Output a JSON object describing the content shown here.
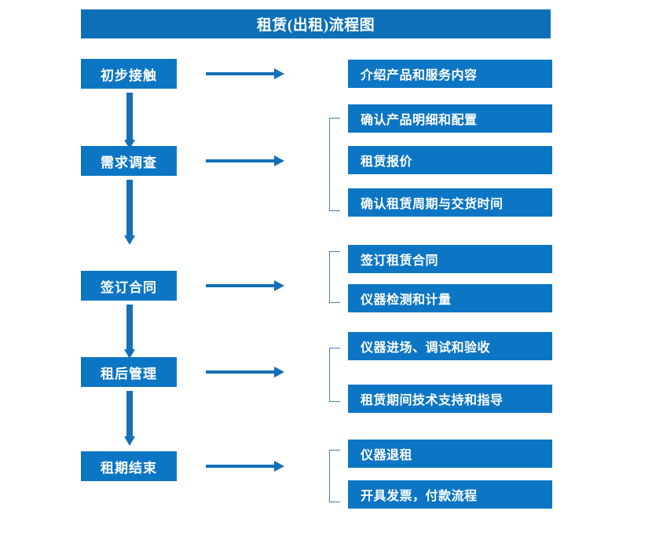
{
  "title": "租赁(出租)流程图",
  "accent_color": "#0d76c4",
  "title_color": "#0d6fb8",
  "arrow_color": "#1570b8",
  "bracket_color": "#4a7fb5",
  "text_color": "#ffffff",
  "stages": [
    {
      "id": "stage-1",
      "label": "初步接触"
    },
    {
      "id": "stage-2",
      "label": "需求调查"
    },
    {
      "id": "stage-3",
      "label": "签订合同"
    },
    {
      "id": "stage-4",
      "label": "租后管理"
    },
    {
      "id": "stage-5",
      "label": "租期结束"
    }
  ],
  "details": [
    {
      "id": "detail-1-1",
      "label": "介绍产品和服务内容"
    },
    {
      "id": "detail-2-1",
      "label": "确认产品明细和配置"
    },
    {
      "id": "detail-2-2",
      "label": "租赁报价"
    },
    {
      "id": "detail-2-3",
      "label": "确认租赁周期与交货时间"
    },
    {
      "id": "detail-3-1",
      "label": "签订租赁合同"
    },
    {
      "id": "detail-3-2",
      "label": "仪器检测和计量"
    },
    {
      "id": "detail-4-1",
      "label": "仪器进场、调试和验收"
    },
    {
      "id": "detail-4-2",
      "label": "租赁期间技术支持和指导"
    },
    {
      "id": "detail-5-1",
      "label": "仪器退租"
    },
    {
      "id": "detail-5-2",
      "label": "开具发票，付款流程"
    }
  ],
  "chart_data": {
    "type": "diagram",
    "title": "租赁(出租)流程图",
    "diagram_kind": "flowchart",
    "orientation": "vertical-with-side-branches",
    "nodes": [
      {
        "stage": "初步接触",
        "order": 1,
        "branches": [
          "介绍产品和服务内容"
        ]
      },
      {
        "stage": "需求调查",
        "order": 2,
        "branches": [
          "确认产品明细和配置",
          "租赁报价",
          "确认租赁周期与交货时间"
        ]
      },
      {
        "stage": "签订合同",
        "order": 3,
        "branches": [
          "签订租赁合同",
          "仪器检测和计量"
        ]
      },
      {
        "stage": "租后管理",
        "order": 4,
        "branches": [
          "仪器进场、调试和验收",
          "租赁期间技术支持和指导"
        ]
      },
      {
        "stage": "租期结束",
        "order": 5,
        "branches": [
          "仪器退租",
          "开具发票，付款流程"
        ]
      }
    ],
    "edges": [
      {
        "from": "初步接触",
        "to": "需求调查",
        "type": "arrow-down"
      },
      {
        "from": "需求调查",
        "to": "签订合同",
        "type": "arrow-down"
      },
      {
        "from": "签订合同",
        "to": "租后管理",
        "type": "arrow-down"
      },
      {
        "from": "租后管理",
        "to": "租期结束",
        "type": "arrow-down"
      }
    ]
  }
}
